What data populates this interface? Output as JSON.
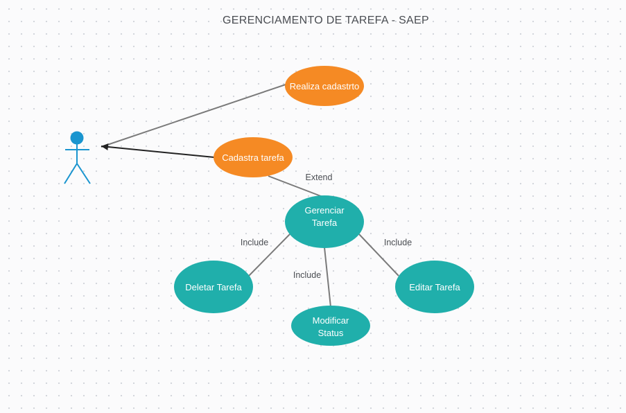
{
  "title": "GERENCIAMENTO DE TAREFA - SAEP",
  "colors": {
    "primary_usecase": "#f58a24",
    "secondary_usecase": "#20afab",
    "actor": "#1a95cf",
    "edge": "#7a7a7a",
    "arrow": "#222222"
  },
  "actor": {
    "icon": "stick-figure-actor-icon",
    "label": ""
  },
  "usecases": {
    "realiza_cadastro": {
      "lines": [
        "Realiza cadastrto"
      ]
    },
    "cadastra_tarefa": {
      "lines": [
        "Cadastra tarefa"
      ]
    },
    "gerenciar_tarefa": {
      "lines": [
        "Gerenciar",
        "Tarefa"
      ]
    },
    "deletar_tarefa": {
      "lines": [
        "Deletar Tarefa"
      ]
    },
    "modificar_status": {
      "lines": [
        "Modificar",
        "Status"
      ]
    },
    "editar_tarefa": {
      "lines": [
        "Editar Tarefa"
      ]
    }
  },
  "relations": {
    "extend": "Extend",
    "include_deletar": "Include",
    "include_modificar": "Include",
    "include_editar": "Include"
  }
}
